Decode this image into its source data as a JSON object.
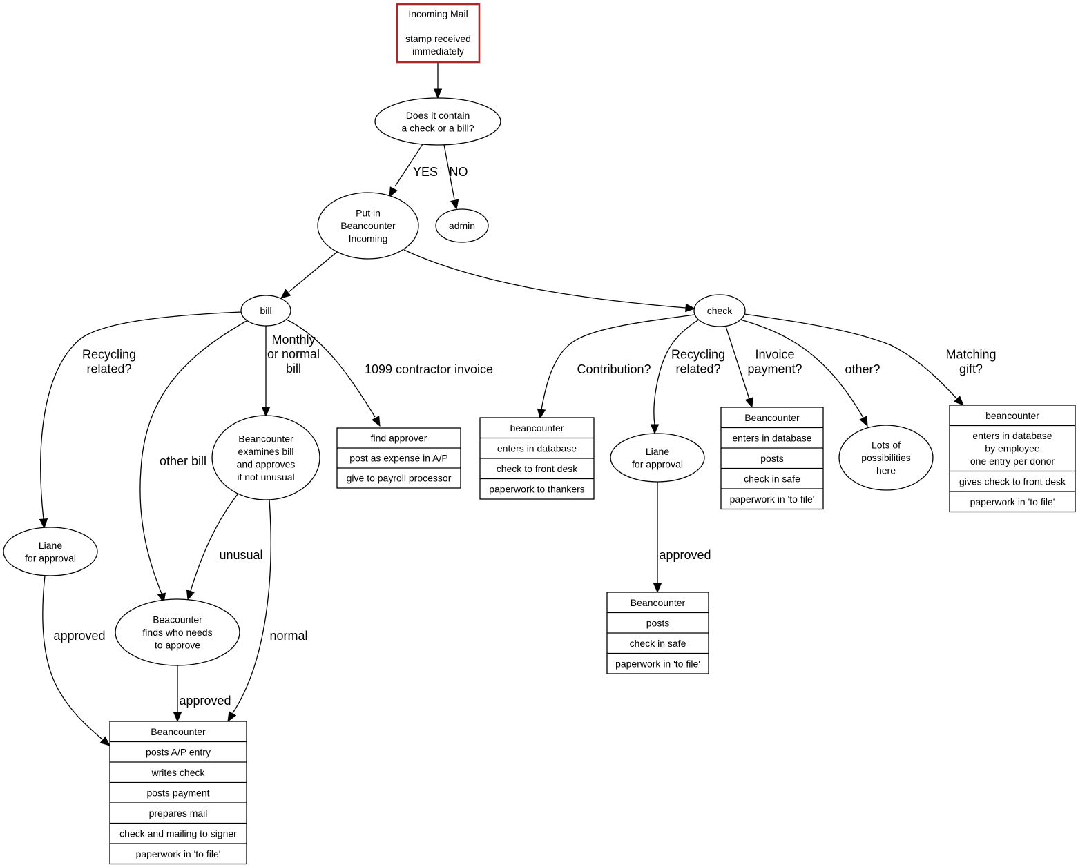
{
  "diagram": {
    "title": "Incoming Mail process flowchart",
    "start_border_color": "#a52a2a",
    "nodes": {
      "incoming": {
        "kind": "start",
        "lines": [
          "Incoming Mail",
          "",
          "stamp received",
          "immediately"
        ]
      },
      "contains": {
        "kind": "ellipse",
        "lines": [
          "Does it contain",
          "a check or a bill?"
        ]
      },
      "put_in": {
        "kind": "ellipse",
        "lines": [
          "Put in",
          "Beancounter",
          "Incoming"
        ]
      },
      "admin": {
        "kind": "ellipse",
        "lines": [
          "admin"
        ]
      },
      "bill": {
        "kind": "ellipse",
        "lines": [
          "bill"
        ]
      },
      "check": {
        "kind": "ellipse",
        "lines": [
          "check"
        ]
      },
      "liane_bill": {
        "kind": "ellipse",
        "lines": [
          "Liane",
          "for approval"
        ]
      },
      "examines": {
        "kind": "ellipse",
        "lines": [
          "Beancounter",
          "examines bill",
          "and approves",
          "if not unusual"
        ]
      },
      "finds": {
        "kind": "ellipse",
        "lines": [
          "Beacounter",
          "finds who needs",
          "to approve"
        ]
      },
      "contractor": {
        "kind": "record",
        "rows": [
          [
            "find approver"
          ],
          [
            "post as expense in A/P"
          ],
          [
            "give to payroll processor"
          ]
        ]
      },
      "ap_record": {
        "kind": "record",
        "rows": [
          [
            "Beancounter"
          ],
          [
            "posts A/P entry"
          ],
          [
            "writes check"
          ],
          [
            "posts payment"
          ],
          [
            "prepares mail"
          ],
          [
            "check and mailing to signer"
          ],
          [
            "paperwork in 'to file'"
          ]
        ]
      },
      "contribution": {
        "kind": "record",
        "rows": [
          [
            "beancounter"
          ],
          [
            "enters in database"
          ],
          [
            "check to front desk"
          ],
          [
            "paperwork to thankers"
          ]
        ]
      },
      "liane_check": {
        "kind": "ellipse",
        "lines": [
          "Liane",
          "for approval"
        ]
      },
      "recycle_rec": {
        "kind": "record",
        "rows": [
          [
            "Beancounter"
          ],
          [
            "posts"
          ],
          [
            "check in safe"
          ],
          [
            "paperwork in 'to file'"
          ]
        ]
      },
      "invoice_rec": {
        "kind": "record",
        "rows": [
          [
            "Beancounter"
          ],
          [
            "enters in database"
          ],
          [
            "posts"
          ],
          [
            "check in safe"
          ],
          [
            "paperwork in 'to file'"
          ]
        ]
      },
      "other": {
        "kind": "ellipse",
        "lines": [
          "Lots of",
          "possibilities",
          "here"
        ]
      },
      "matching": {
        "kind": "record",
        "rows": [
          [
            "beancounter"
          ],
          [
            "enters in database",
            "by employee",
            "one entry per donor"
          ],
          [
            "gives check to front desk"
          ],
          [
            "paperwork in 'to file'"
          ]
        ]
      }
    },
    "edges": [
      {
        "id": "incoming-contains",
        "from": "incoming",
        "to": "contains",
        "label": []
      },
      {
        "id": "contains-put_in",
        "from": "contains",
        "to": "put_in",
        "label": [
          "YES"
        ]
      },
      {
        "id": "contains-admin",
        "from": "contains",
        "to": "admin",
        "label": [
          "NO"
        ]
      },
      {
        "id": "put_in-bill",
        "from": "put_in",
        "to": "bill",
        "label": []
      },
      {
        "id": "put_in-check",
        "from": "put_in",
        "to": "check",
        "label": []
      },
      {
        "id": "bill-liane_bill",
        "from": "bill",
        "to": "liane_bill",
        "label": [
          "Recycling",
          "related?"
        ]
      },
      {
        "id": "bill-finds",
        "from": "bill",
        "to": "finds",
        "label": [
          "other bill"
        ]
      },
      {
        "id": "bill-examines",
        "from": "bill",
        "to": "examines",
        "label": [
          "Monthly",
          "or normal",
          "bill"
        ]
      },
      {
        "id": "bill-contractor",
        "from": "bill",
        "to": "contractor",
        "label": [
          "1099 contractor invoice"
        ]
      },
      {
        "id": "examines-finds",
        "from": "examines",
        "to": "finds",
        "label": [
          "unusual"
        ]
      },
      {
        "id": "examines-ap_record",
        "from": "examines",
        "to": "ap_record",
        "label": [
          "normal"
        ]
      },
      {
        "id": "liane_bill-ap_record",
        "from": "liane_bill",
        "to": "ap_record",
        "label": [
          "approved"
        ]
      },
      {
        "id": "finds-ap_record",
        "from": "finds",
        "to": "ap_record",
        "label": [
          "approved"
        ]
      },
      {
        "id": "check-contribution",
        "from": "check",
        "to": "contribution",
        "label": [
          "Contribution?"
        ]
      },
      {
        "id": "check-liane_check",
        "from": "check",
        "to": "liane_check",
        "label": [
          "Recycling",
          "related?"
        ]
      },
      {
        "id": "check-invoice_rec",
        "from": "check",
        "to": "invoice_rec",
        "label": [
          "Invoice",
          "payment?"
        ]
      },
      {
        "id": "check-other",
        "from": "check",
        "to": "other",
        "label": [
          "other?"
        ]
      },
      {
        "id": "check-matching",
        "from": "check",
        "to": "matching",
        "label": [
          "Matching",
          "gift?"
        ]
      },
      {
        "id": "liane_check-recycle_rec",
        "from": "liane_check",
        "to": "recycle_rec",
        "label": [
          "approved"
        ]
      }
    ]
  }
}
